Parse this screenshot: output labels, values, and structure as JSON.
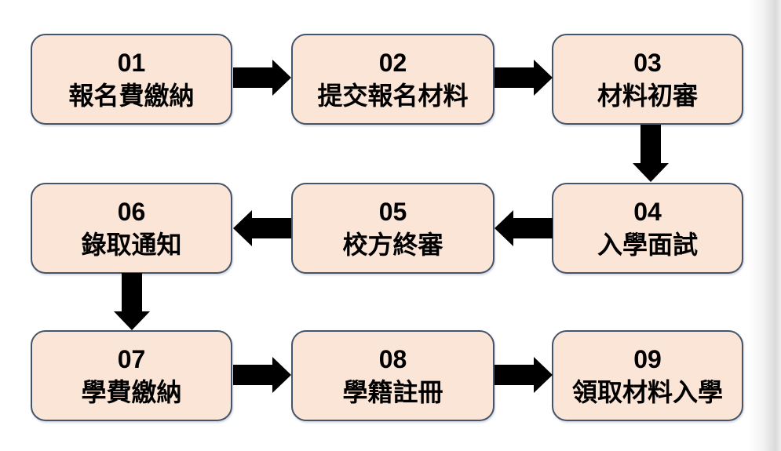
{
  "diagram": {
    "type": "flowchart",
    "title": "",
    "steps": [
      {
        "number": "01",
        "label": "報名費繳納"
      },
      {
        "number": "02",
        "label": "提交報名材料"
      },
      {
        "number": "03",
        "label": "材料初審"
      },
      {
        "number": "04",
        "label": "入學面試"
      },
      {
        "number": "05",
        "label": "校方終審"
      },
      {
        "number": "06",
        "label": "錄取通知"
      },
      {
        "number": "07",
        "label": "學費繳納"
      },
      {
        "number": "08",
        "label": "學籍註冊"
      },
      {
        "number": "09",
        "label": "領取材料入學"
      }
    ],
    "connections": [
      {
        "from": "01",
        "to": "02",
        "direction": "right"
      },
      {
        "from": "02",
        "to": "03",
        "direction": "right"
      },
      {
        "from": "03",
        "to": "04",
        "direction": "down"
      },
      {
        "from": "04",
        "to": "05",
        "direction": "left"
      },
      {
        "from": "05",
        "to": "06",
        "direction": "left"
      },
      {
        "from": "06",
        "to": "07",
        "direction": "down"
      },
      {
        "from": "07",
        "to": "08",
        "direction": "right"
      },
      {
        "from": "08",
        "to": "09",
        "direction": "right"
      }
    ]
  },
  "colors": {
    "box_fill": "#FBE5D6",
    "box_border": "#44546A",
    "arrow": "#000000",
    "text": "#000000",
    "background": "#FFFFFF",
    "right_edge_shade": "#B6B6B6"
  }
}
